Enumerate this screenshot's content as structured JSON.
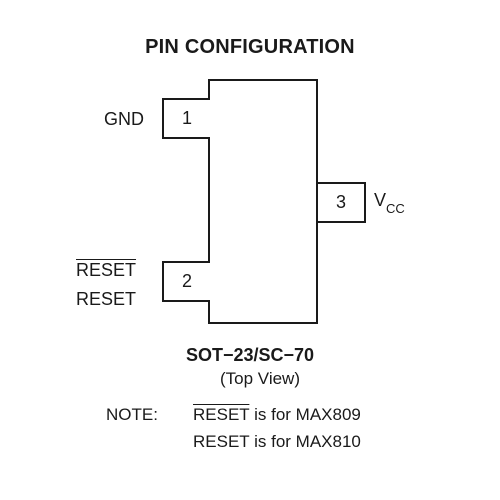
{
  "title": "PIN CONFIGURATION",
  "package": "SOT−23/SC−70",
  "view": "(Top View)",
  "pins": {
    "pin1": {
      "number": "1",
      "label": "GND"
    },
    "pin2": {
      "number": "2",
      "label_overline": "RESET",
      "label": "RESET"
    },
    "pin3": {
      "number": "3",
      "label_main": "V",
      "label_sub": "CC"
    }
  },
  "note": {
    "heading": "NOTE:",
    "line1_signal": "RESET",
    "line1_rest": " is for MAX809",
    "line2": "RESET is for MAX810"
  }
}
